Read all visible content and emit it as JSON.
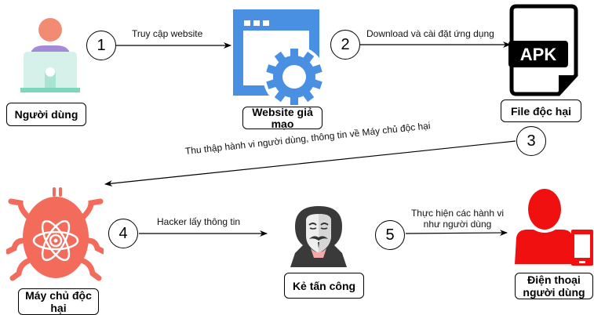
{
  "nodes": {
    "user": {
      "label": "Người dùng",
      "icon": "user-laptop-icon"
    },
    "fake_website": {
      "label": "Website giả mạo",
      "icon": "website-gear-icon"
    },
    "malicious_file": {
      "label": "File độc hại",
      "icon": "apk-file-icon",
      "icon_text": "APK"
    },
    "malicious_server": {
      "label": "Máy chủ độc hại",
      "icon": "bug-atom-icon"
    },
    "attacker": {
      "label": "Kẻ tấn công",
      "icon": "anonymous-hacker-icon"
    },
    "user_phone": {
      "label": "Điện thoại người dùng",
      "icon": "user-phone-icon"
    }
  },
  "steps": [
    {
      "number": "1",
      "label": "Truy cập website"
    },
    {
      "number": "2",
      "label": "Download và cài đặt ứng dụng"
    },
    {
      "number": "3",
      "label": "Thu thập hành vi người dùng, thông tin về Máy chủ độc hại"
    },
    {
      "number": "4",
      "label": "Hacker lấy thông tin"
    },
    {
      "number": "5",
      "label_line1": "Thực hiện các hành vi",
      "label_line2": "như người dùng"
    }
  ],
  "colors": {
    "user_head": "#f28b74",
    "user_body": "#a58bd6",
    "laptop": "#d5f1ea",
    "laptop_base": "#7fd6bf",
    "website_blue": "#4a90e2",
    "bug_red": "#f26b5b",
    "hacker_dark": "#3a3a3a",
    "phone_red": "#f01010"
  }
}
